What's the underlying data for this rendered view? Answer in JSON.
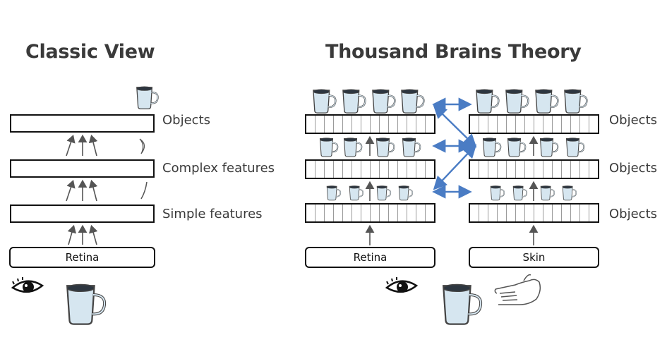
{
  "classic": {
    "title": "Classic View",
    "labels": {
      "objects": "Objects",
      "complex": "Complex features",
      "simple": "Simple features"
    },
    "sensor": "Retina"
  },
  "thousand": {
    "title": "Thousand Brains Theory",
    "column_labels": [
      "Objects",
      "Objects",
      "Objects"
    ],
    "sensors": [
      "Retina",
      "Skin"
    ]
  },
  "icons": [
    "eye-icon",
    "mug-icon",
    "hand-icon"
  ],
  "colors": {
    "connection_arrow": "#4a7cc4",
    "mug_fill": "#d6e6f0",
    "box_border": "#111111"
  }
}
